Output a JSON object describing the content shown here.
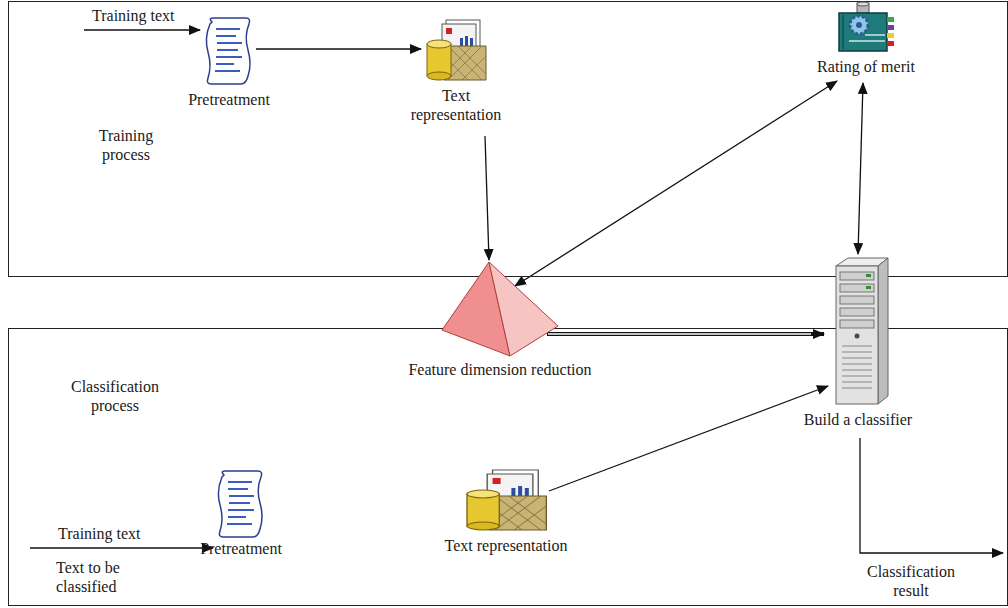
{
  "diagram": {
    "nodes": [
      {
        "text": [
          "Training process"
        ]
      },
      {
        "text": [
          "Pretreatment"
        ],
        "in": 0
      },
      {
        "text": [
          "Text representation"
        ],
        "in": 0
      },
      {
        "text": [
          "Rating of merit"
        ],
        "in": 0
      },
      {
        "text": [
          "Feature dimension reduction"
        ]
      },
      {
        "text": [
          "Build a classifier"
        ]
      },
      {
        "text": [
          "Classification process"
        ]
      },
      {
        "text": [
          "Pretreatment"
        ],
        "in": 6
      },
      {
        "text": [
          "Text representation"
        ],
        "in": 6
      }
    ],
    "edges": [
      {
        "from": 1,
        "to": 2,
        "arrow": "to"
      },
      {
        "from": 2,
        "to": 4,
        "arrow": "to"
      },
      {
        "from": 3,
        "to": 4,
        "arrow": "both"
      },
      {
        "from": 3,
        "to": 5,
        "arrow": "both"
      },
      {
        "from": 4,
        "to": 5,
        "arrow": "to"
      },
      {
        "from": 8,
        "to": 5,
        "arrow": "to"
      }
    ],
    "labels": [
      "Training text",
      "Training text",
      "Text to be classified",
      "Classification result"
    ]
  }
}
